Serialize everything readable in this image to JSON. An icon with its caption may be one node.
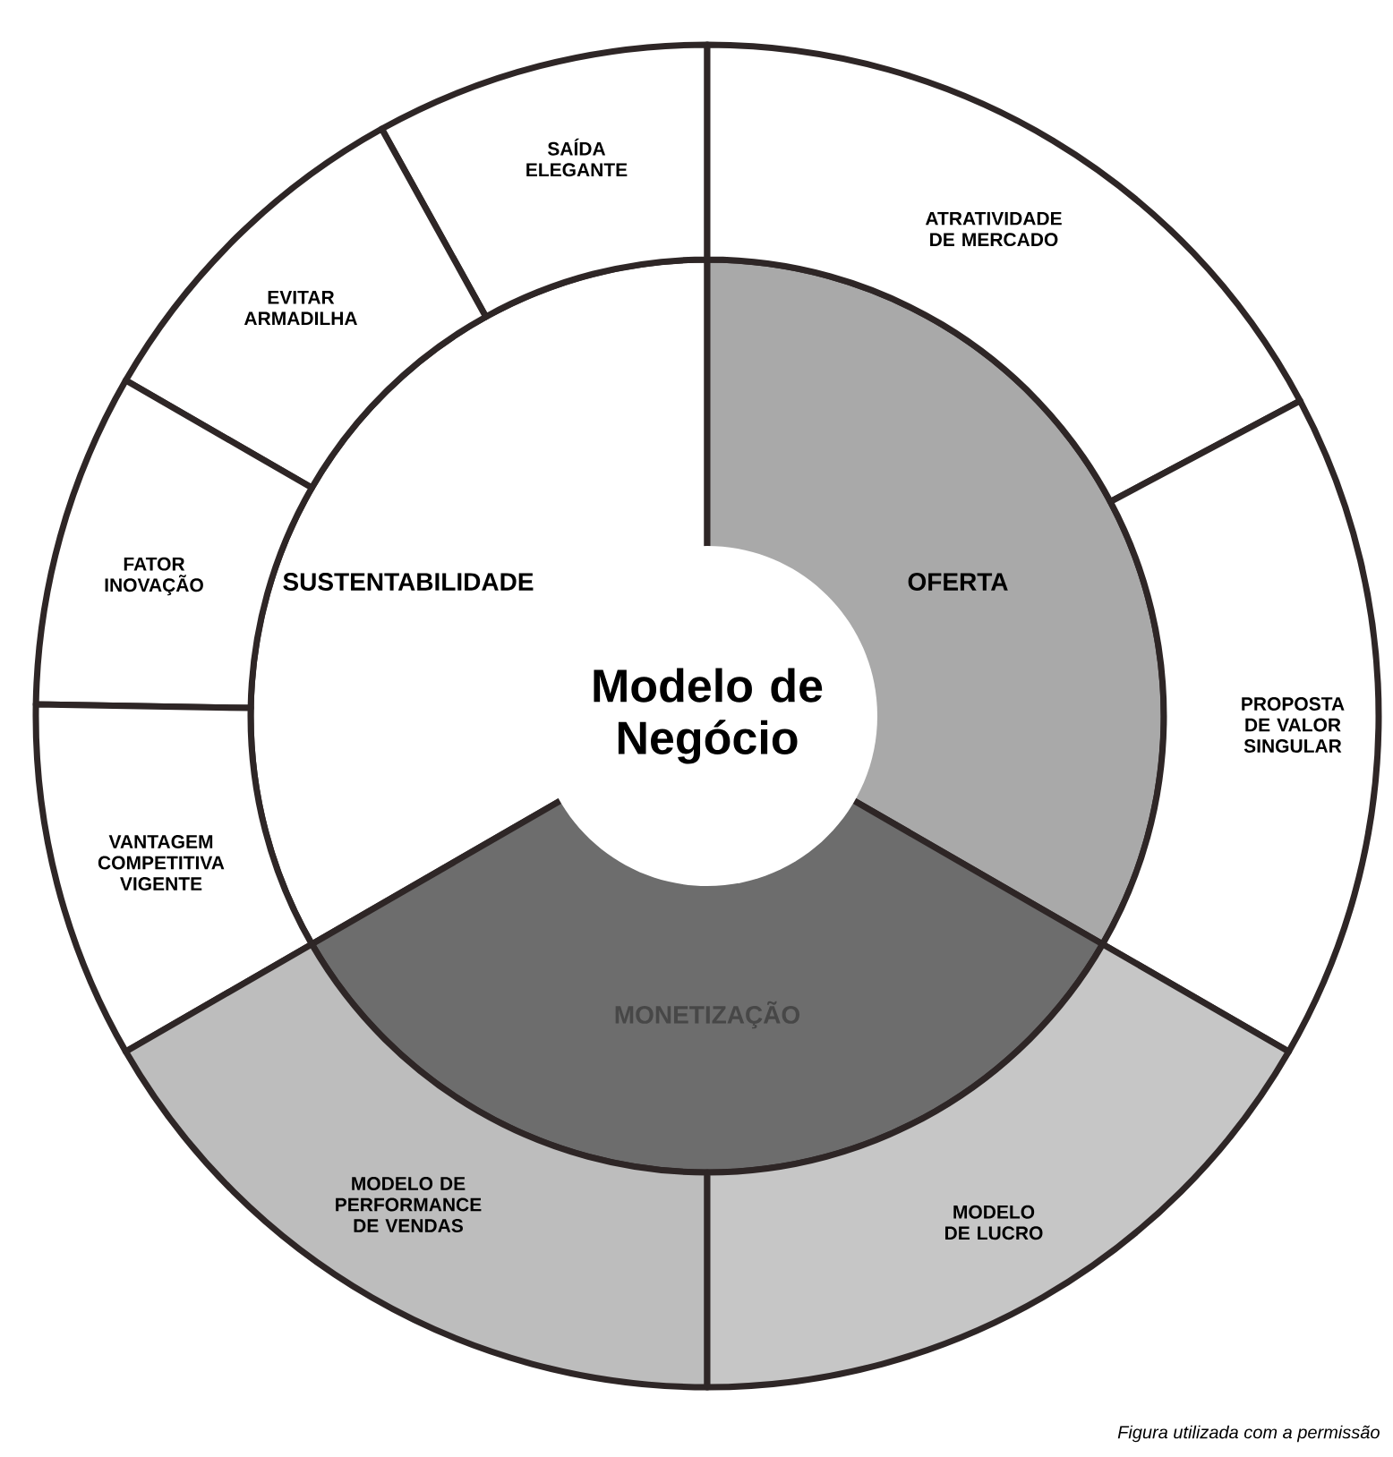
{
  "diagram": {
    "caption": "Figura utilizada com a permissão",
    "nodes": [
      {
        "text": [
          "Modelo de Negócio"
        ]
      },
      {
        "text": [
          "SUSTENTABILIDADE"
        ]
      },
      {
        "text": [
          "OFERTA"
        ]
      },
      {
        "text": [
          "MONETIZAÇÃO"
        ]
      },
      {
        "text": [
          "SAÍDA ELEGANTE"
        ]
      },
      {
        "text": [
          "ATRATIVIDADE DE MERCADO"
        ]
      },
      {
        "text": [
          "EVITAR ARMADILHA"
        ]
      },
      {
        "text": [
          "FATOR INOVAÇÃO"
        ]
      },
      {
        "text": [
          "PROPOSTA DE VALOR SINGULAR"
        ]
      },
      {
        "text": [
          "VANTAGEM COMPETITIVA VIGENTE"
        ]
      },
      {
        "text": [
          "MODELO DE PERFORMANCE DE VENDAS"
        ]
      },
      {
        "text": [
          "MODELO DE LUCRO"
        ]
      }
    ]
  }
}
